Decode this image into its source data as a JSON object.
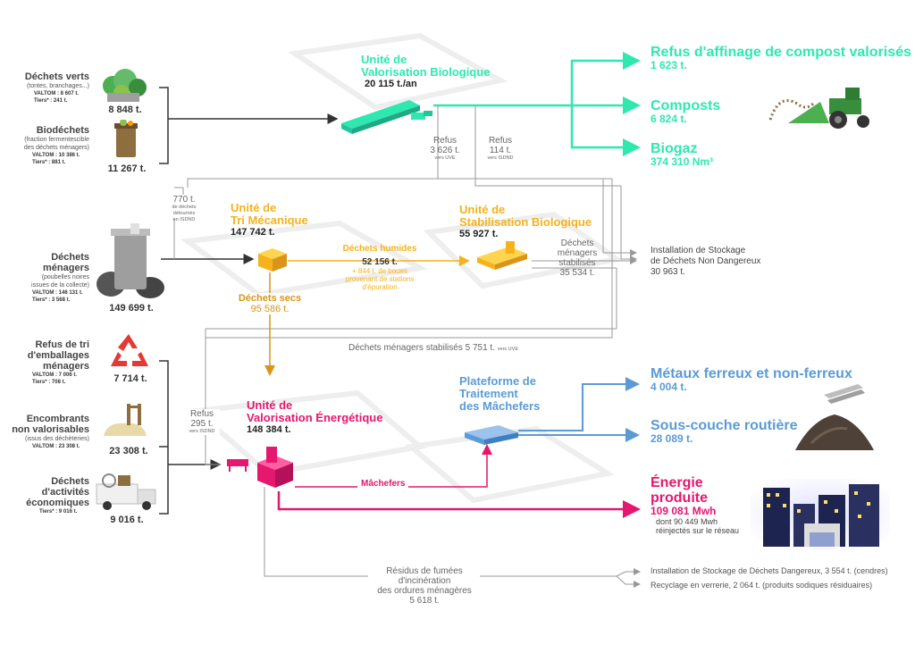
{
  "colors": {
    "bio": "#2ee8b0",
    "meca": "#f5b21b",
    "meca_dark": "#d9951a",
    "energy": "#e5176f",
    "machefer": "#5b9bd5",
    "line": "#333333",
    "gray_line": "#999999",
    "gray_text": "#666666"
  },
  "sources": {
    "dechets_verts": {
      "name": "Déchets verts",
      "sub": "(tontes, branchages...)",
      "meta1": "VALTOM : 8 607 t.",
      "meta2": "Tiers* : 241 t.",
      "total": "8 848 t.",
      "icon": "green-waste-bin-icon"
    },
    "biodechets": {
      "name": "Biodéchets",
      "sub1": "(fraction fermentescible",
      "sub2": "des déchets ménagers)",
      "meta1": "VALTOM : 10 386 t.",
      "meta2": "Tiers* : 881 t.",
      "total": "11 267 t.",
      "icon": "compost-bin-icon"
    },
    "menagers": {
      "name1": "Déchets",
      "name2": "ménagers",
      "sub1": "(poubelles noires",
      "sub2": "issues de la collecte)",
      "meta1": "VALTOM : 146 131 t.",
      "meta2": "Tiers* : 3 568 t.",
      "total": "149 699 t.",
      "icon": "trash-bin-bags-icon"
    },
    "emballages": {
      "name1": "Refus de tri",
      "name2": "d'emballages",
      "name3": "ménagers",
      "meta1": "VALTOM : 7 006 t.",
      "meta2": "Tiers* : 708 t.",
      "total": "7 714 t.",
      "icon": "recycling-icon"
    },
    "encombrants": {
      "name1": "Encombrants",
      "name2": "non valorisables",
      "sub": "(issus des déchèteries)",
      "meta1": "VALTOM : 23 308 t.",
      "total": "23 308 t.",
      "icon": "broken-chair-icon"
    },
    "activites": {
      "name1": "Déchets",
      "name2": "d'activités",
      "name3": "économiques",
      "meta1": "Tiers* : 9 016 t.",
      "total": "9 016 t.",
      "icon": "truck-icon"
    }
  },
  "units": {
    "bio": {
      "title1": "Unité de",
      "title2": "Valorisation Biologique",
      "value": "20 115 t./an"
    },
    "tri": {
      "title1": "Unité de",
      "title2": "Tri Mécanique",
      "value": "147 742 t."
    },
    "stab": {
      "title1": "Unité de",
      "title2": "Stabilisation Biologique",
      "value": "55 927 t."
    },
    "energie": {
      "title1": "Unité de",
      "title2": "Valorisation Énergétique",
      "value": "148 384 t."
    },
    "machefers": {
      "title1": "Plateforme de",
      "title2": "Traitement",
      "title3": "des Mâchefers"
    }
  },
  "flows": {
    "refus_bio1": {
      "label": "Refus",
      "value": "3 626 t.",
      "note": "vers UVE"
    },
    "refus_bio2": {
      "label": "Refus",
      "value": "114 t.",
      "note": "vers ISDND"
    },
    "detournes": {
      "value": "770 t.",
      "note1": "de déchets",
      "note2": "détournés",
      "note3": "en ISDND"
    },
    "humides": {
      "label": "Déchets humides",
      "value": "52 156 t.",
      "note1": "+ 844 t. de boues",
      "note2": "provenant de stations",
      "note3": "d'épuration"
    },
    "secs": {
      "label": "Déchets secs",
      "value": "95 586 t."
    },
    "stabilises": {
      "label1": "Déchets",
      "label2": "ménagers",
      "label3": "stabilisés",
      "value": "35 534 t."
    },
    "stab_uve": {
      "label": "Déchets ménagers stabilisés 5 751 t.",
      "note": "vers UVE"
    },
    "refus_uve": {
      "label": "Refus",
      "value": "295 t.",
      "note": "vers ISDND"
    },
    "machefers": {
      "label": "Mâchefers"
    },
    "residus": {
      "label1": "Résidus de fumées d'incinération",
      "label2": "des ordures ménagères",
      "value": "5 618 t."
    }
  },
  "outputs": {
    "refus_compost": {
      "title": "Refus d'affinage de compost valorisés",
      "value": "1 623 t."
    },
    "composts": {
      "title": "Composts",
      "value": "6 824 t.",
      "icon": "tractor-icon"
    },
    "biogaz": {
      "title": "Biogaz",
      "value": "374 310 Nm³"
    },
    "isdnd": {
      "label1": "Installation de Stockage",
      "label2": "de Déchets Non Dangereux",
      "value": "30 963 t."
    },
    "metaux": {
      "title": "Métaux ferreux et non-ferreux",
      "value": "4 004 t.",
      "icon": "metal-bars-icon"
    },
    "souscouche": {
      "title": "Sous-couche routière",
      "value": "28 089 t.",
      "icon": "gravel-pile-icon"
    },
    "energie": {
      "title1": "Énergie",
      "title2": "produite",
      "value": "109 081 Mwh",
      "sub1": "dont 90 449 Mwh",
      "sub2": "réinjectés sur le réseau",
      "icon": "night-city-icon"
    },
    "isdd": {
      "label": "Installation de Stockage de Déchets Dangereux, 3 554 t. (cendres)"
    },
    "verrerie": {
      "label": "Recyclage en verrerie, 2 064 t. (produits sodiques résiduaires)"
    }
  }
}
